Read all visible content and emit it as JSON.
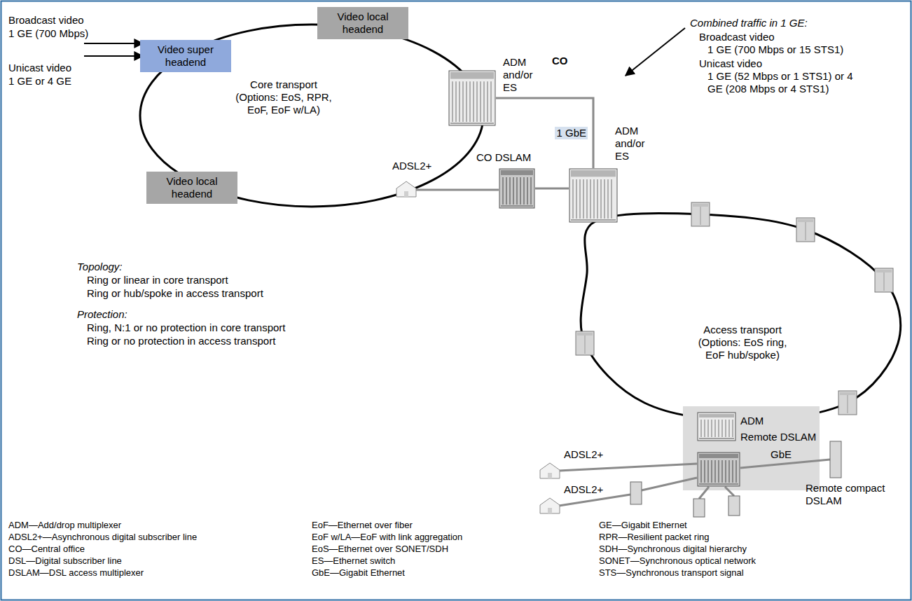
{
  "diagram": {
    "nodes": [
      {
        "text": [
          "Video super headend"
        ]
      },
      {
        "text": [
          "Video local headend"
        ]
      },
      {
        "text": [
          "Video local headend"
        ]
      },
      {
        "text": [
          "CO"
        ]
      },
      {
        "text": [
          "ADM and/or ES"
        ],
        "in": 3
      },
      {
        "text": [
          "CO DSLAM"
        ],
        "in": 3
      },
      {
        "text": [
          "ADM and/or ES"
        ],
        "in": 3
      },
      {
        "text": [
          "ADM"
        ]
      },
      {
        "text": [
          "Remote DSLAM"
        ]
      }
    ],
    "edges": [
      {
        "from": 4,
        "to": 6,
        "arrow": "none",
        "label": "1 GbE"
      },
      {
        "from": 5,
        "to": 6,
        "arrow": "none"
      }
    ],
    "labels": [
      "Broadcast video",
      "1 GE (700 Mbps)",
      "Unicast video",
      "1 GE or 4 GE",
      "Core transport (Options: EoS, RPR, EoF, EoF w/LA)",
      "Combined traffic in 1 GE:",
      "Broadcast video",
      "1 GE (700 Mbps or 15 STS1)",
      "Unicast video",
      "1 GE (52 Mbps or 1 STS1) or 4 GE (208 Mbps or 4 STS1)",
      "ADSL2+",
      "Access transport (Options: EoS ring, EoF hub/spoke)",
      "Topology:",
      "Ring or linear in core transport",
      "Ring or hub/spoke in access transport",
      "Protection:",
      "Ring, N:1 or no protection in core transport",
      "Ring or no protection in access transport",
      "ADSL2+",
      "ADSL2+",
      "GbE",
      "Remote compact DSLAM",
      "ADM—Add/drop multiplexer",
      "ADSL2+—Asynchronous digital subscriber line",
      "CO—Central office",
      "DSL—Digital subscriber line",
      "DSLAM—DSL access multiplexer",
      "EoF—Ethernet over fiber",
      "EoF w/LA—EoF with link aggregation",
      "EoS—Ethernet over SONET/SDH",
      "ES—Ethernet switch",
      "GbE—Gigabit Ethernet",
      "GE—Gigabit Ethernet",
      "RPR—Resilient packet ring",
      "SDH—Synchronous digital hierarchy",
      "SONET—Synchronous optical network",
      "STS—Synchronous transport signal"
    ]
  }
}
